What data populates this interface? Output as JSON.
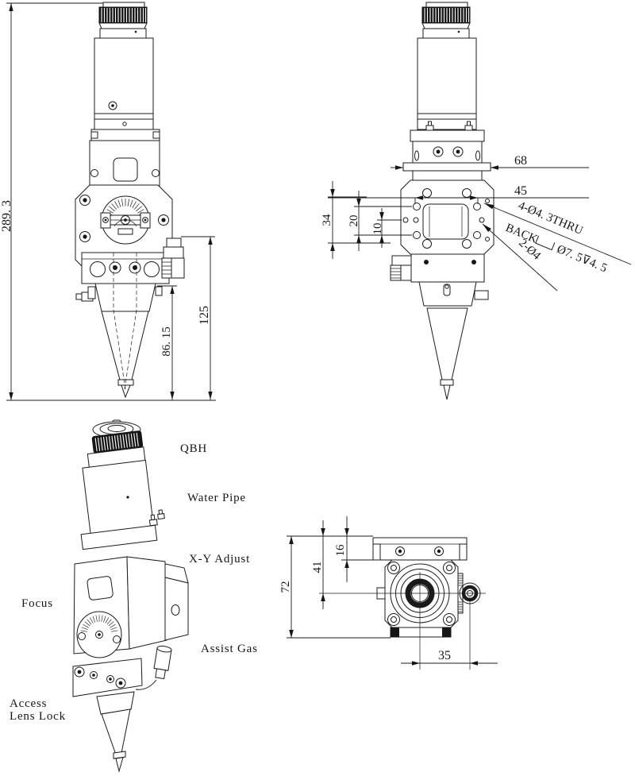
{
  "front_view": {
    "overall_height": "289. 3",
    "focus_height": "86. 15",
    "nozzle_height": "125"
  },
  "side_view": {
    "plate_width": "68",
    "hole_spacing_h": "45",
    "hole_span_v": "34",
    "hole_pitch_v": "20",
    "hole_offset_v": "10",
    "callout_thru": "4-Ø4. 3THRU",
    "callout_back": "BACK",
    "callout_counterbore": "Ø7. 5⊽4. 5",
    "callout_pins": "2-Ø4"
  },
  "iso_view": {
    "qbh": "QBH",
    "water_pipe": "Water Pipe",
    "xy_adjust": "X-Y Adjust",
    "focus": "Focus",
    "assist_gas": "Assist Gas",
    "access_line1": "Access",
    "access_line2": "Lens Lock"
  },
  "bottom_view": {
    "overall_height": "72",
    "center_offset": "41",
    "bracket_height": "16",
    "knob_offset": "35"
  },
  "colors": {
    "ink": "#1a1a1a",
    "paper": "#ffffff"
  }
}
